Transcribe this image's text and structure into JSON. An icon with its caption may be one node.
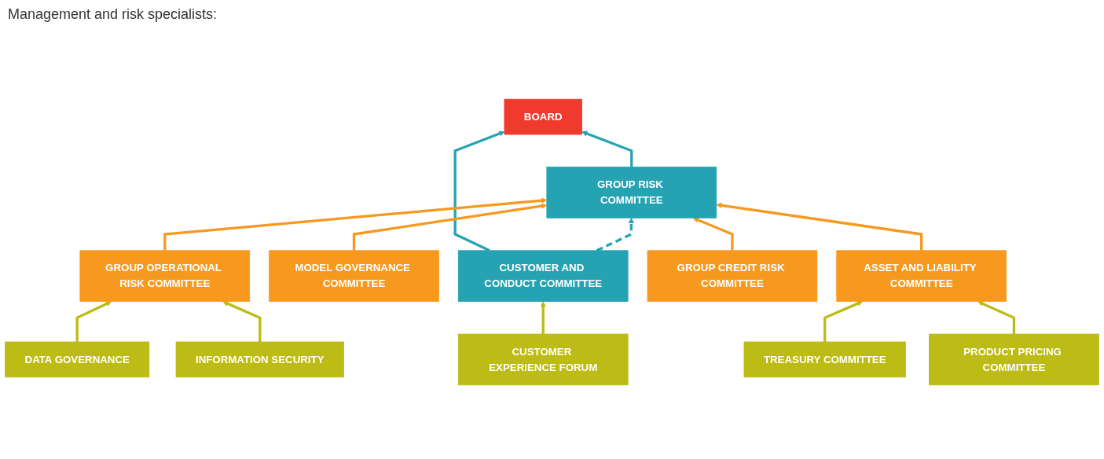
{
  "diagram": {
    "nodes": [
      {
        "text": [
          "BOARD"
        ]
      },
      {
        "text": [
          "GROUP RISK COMMITTEE"
        ]
      },
      {
        "text": [
          "CUSTOMER AND CONDUCT COMMITTEE"
        ]
      },
      {
        "text": [
          "MODEL GOVERNANCE COMMITTEE"
        ]
      },
      {
        "text": [
          "GROUP OPERATIONAL RISK COMMITTEE"
        ]
      },
      {
        "text": [
          "GROUP CREDIT RISK COMMITTEE"
        ]
      },
      {
        "text": [
          "ASSET AND LIABILITY COMMITTEE"
        ]
      },
      {
        "text": [
          "DATA GOVERNANCE"
        ]
      },
      {
        "text": [
          "INFORMATION SECURITY"
        ]
      },
      {
        "text": [
          "TREASURY COMMITTEE"
        ]
      },
      {
        "text": [
          "PRODUCT PRICING COMMITTEE"
        ]
      },
      {
        "text": [
          "CUSTOMER EXPERIENCE FORUM"
        ]
      }
    ],
    "edges": [
      {
        "from": 1,
        "to": 0,
        "arrow": "to",
        "color": "#26a3b3"
      },
      {
        "from": 2,
        "to": 0,
        "arrow": "to",
        "color": "#26a3b3"
      },
      {
        "from": 2,
        "to": 1,
        "arrow": "to",
        "style": "dashed",
        "color": "#26a3b3"
      },
      {
        "from": 3,
        "to": 1,
        "arrow": "to",
        "color": "#f7991f"
      },
      {
        "from": 4,
        "to": 1,
        "arrow": "to",
        "color": "#f7991f"
      },
      {
        "from": 5,
        "to": 1,
        "arrow": "to",
        "color": "#f7991f"
      },
      {
        "from": 6,
        "to": 1,
        "arrow": "to",
        "color": "#f7991f"
      },
      {
        "from": 7,
        "to": 4,
        "arrow": "to"
      },
      {
        "from": 8,
        "to": 4,
        "arrow": "to"
      },
      {
        "from": 9,
        "to": 6,
        "arrow": "to"
      },
      {
        "from": 10,
        "to": 6,
        "arrow": "to"
      },
      {
        "from": 11,
        "to": 2,
        "arrow": "to"
      }
    ],
    "labels": [
      "Management and risk specialists:"
    ]
  }
}
